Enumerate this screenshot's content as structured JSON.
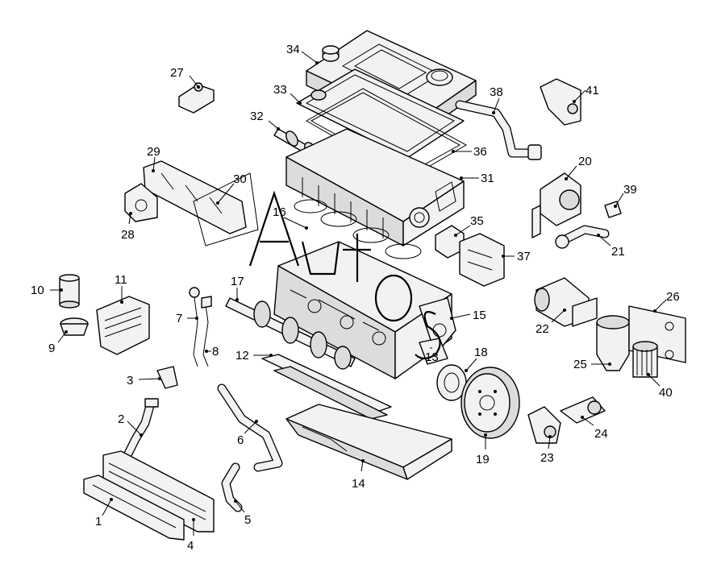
{
  "diagram": {
    "callouts": [
      {
        "n": "1"
      },
      {
        "n": "2"
      },
      {
        "n": "3"
      },
      {
        "n": "4"
      },
      {
        "n": "5"
      },
      {
        "n": "6"
      },
      {
        "n": "7"
      },
      {
        "n": "8"
      },
      {
        "n": "9"
      },
      {
        "n": "10"
      },
      {
        "n": "11"
      },
      {
        "n": "12"
      },
      {
        "n": "13"
      },
      {
        "n": "14"
      },
      {
        "n": "15"
      },
      {
        "n": "16"
      },
      {
        "n": "17"
      },
      {
        "n": "18"
      },
      {
        "n": "19"
      },
      {
        "n": "20"
      },
      {
        "n": "21"
      },
      {
        "n": "22"
      },
      {
        "n": "23"
      },
      {
        "n": "24"
      },
      {
        "n": "25"
      },
      {
        "n": "26"
      },
      {
        "n": "27"
      },
      {
        "n": "28"
      },
      {
        "n": "29"
      },
      {
        "n": "30"
      },
      {
        "n": "31"
      },
      {
        "n": "32"
      },
      {
        "n": "33"
      },
      {
        "n": "34"
      },
      {
        "n": "35"
      },
      {
        "n": "36"
      },
      {
        "n": "37"
      },
      {
        "n": "38"
      },
      {
        "n": "39"
      },
      {
        "n": "40"
      },
      {
        "n": "41"
      }
    ],
    "watermark_text": "Autos"
  }
}
